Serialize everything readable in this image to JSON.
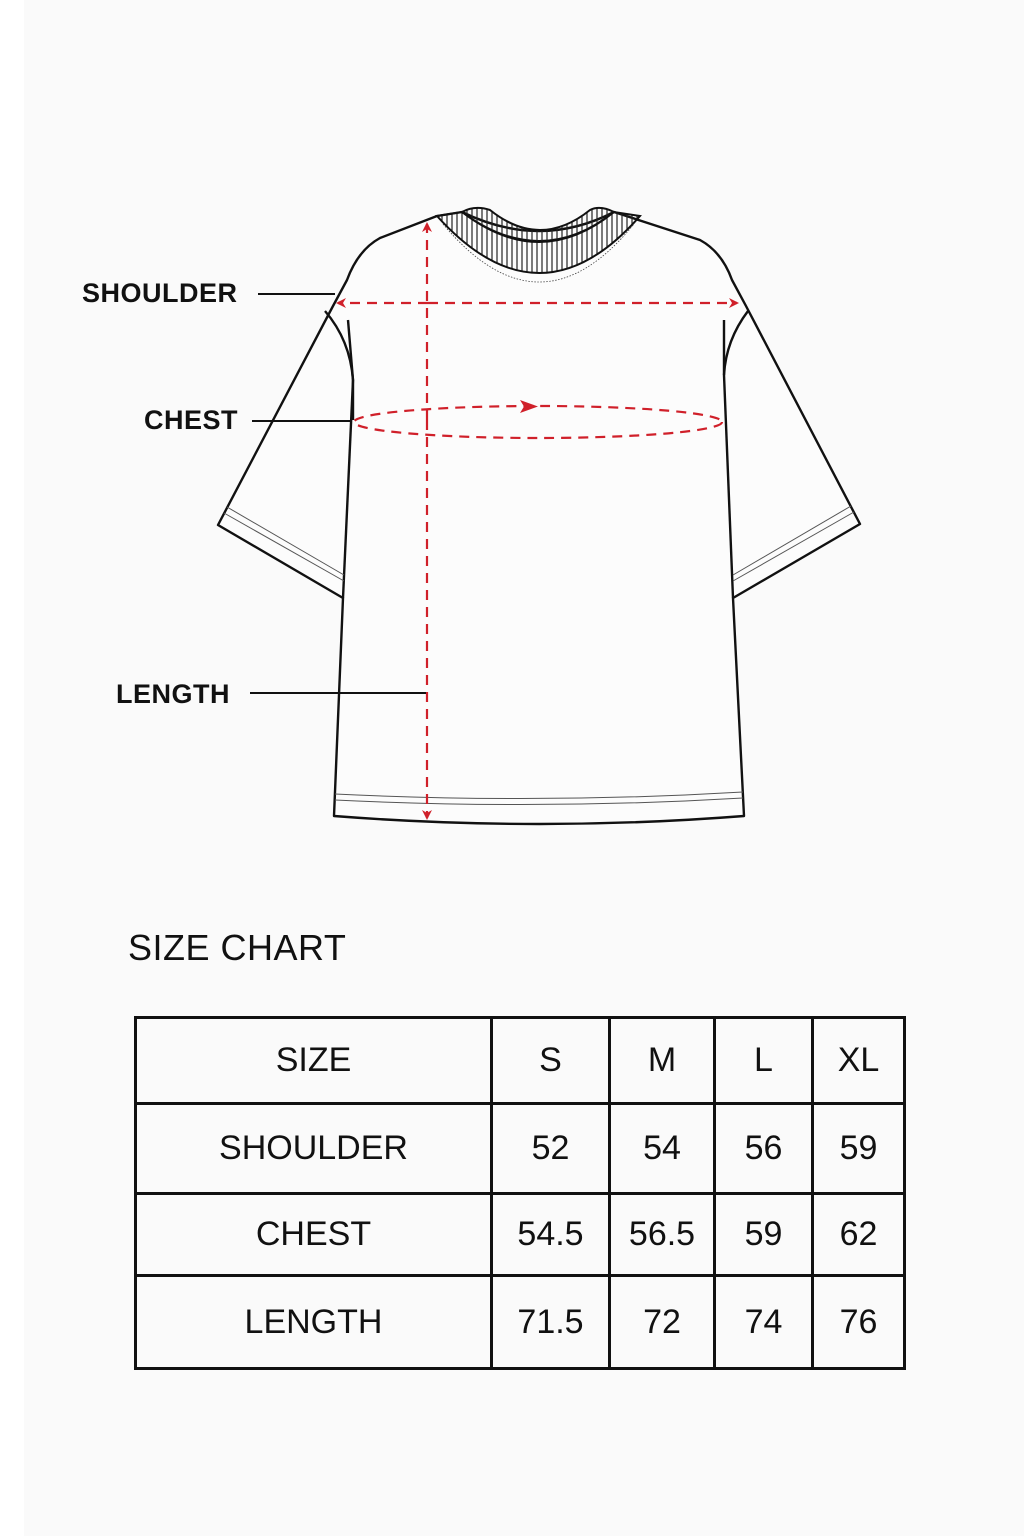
{
  "diagram": {
    "callouts": {
      "shoulder": "SHOULDER",
      "chest": "CHEST",
      "length": "LENGTH"
    },
    "colors": {
      "outline": "#111111",
      "measure": "#d0202a"
    }
  },
  "size_chart": {
    "title": "SIZE CHART",
    "header": [
      "SIZE",
      "S",
      "M",
      "L",
      "XL"
    ],
    "rows": [
      [
        "SHOULDER",
        "52",
        "54",
        "56",
        "59"
      ],
      [
        "CHEST",
        "54.5",
        "56.5",
        "59",
        "62"
      ],
      [
        "LENGTH",
        "71.5",
        "72",
        "74",
        "76"
      ]
    ]
  },
  "chart_data": {
    "type": "table",
    "title": "SIZE CHART",
    "categories": [
      "S",
      "M",
      "L",
      "XL"
    ],
    "series": [
      {
        "name": "SHOULDER",
        "values": [
          52,
          54,
          56,
          59
        ]
      },
      {
        "name": "CHEST",
        "values": [
          54.5,
          56.5,
          59,
          62
        ]
      },
      {
        "name": "LENGTH",
        "values": [
          71.5,
          72,
          74,
          76
        ]
      }
    ]
  }
}
